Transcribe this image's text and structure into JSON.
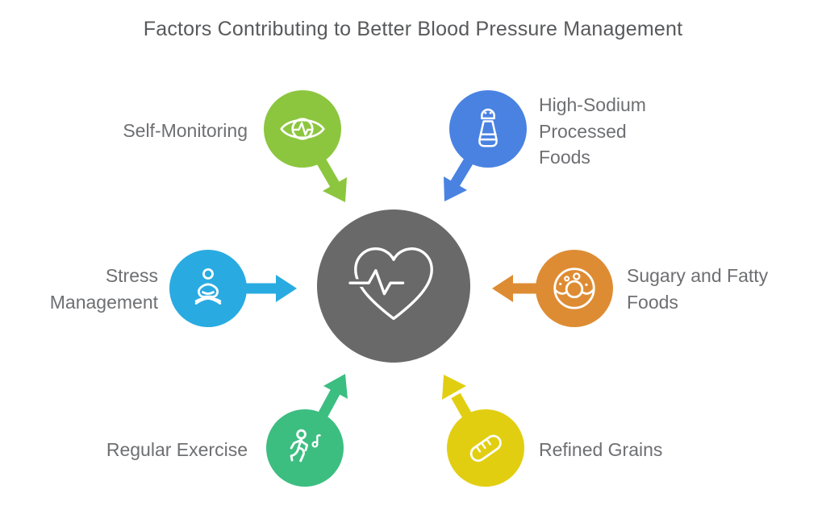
{
  "title": "Factors Contributing to Better Blood Pressure Management",
  "center": {
    "icon": "heart-pulse-icon",
    "color": "#696969"
  },
  "factors": [
    {
      "id": "self-monitoring",
      "label": "Self-Monitoring",
      "icon": "eye-pulse-icon",
      "color": "#8CC63F",
      "position": "top-left",
      "arrow_direction": "toward-center"
    },
    {
      "id": "high-sodium-processed-foods",
      "label": "High-Sodium Processed Foods",
      "icon": "salt-shaker-icon",
      "color": "#4A82E2",
      "position": "top-right",
      "arrow_direction": "toward-center"
    },
    {
      "id": "stress-management",
      "label": "Stress Management",
      "icon": "meditation-icon",
      "color": "#29ABE2",
      "position": "left",
      "arrow_direction": "toward-center"
    },
    {
      "id": "sugary-and-fatty-foods",
      "label": "Sugary and Fatty Foods",
      "icon": "donut-icon",
      "color": "#DE8C33",
      "position": "right",
      "arrow_direction": "toward-center"
    },
    {
      "id": "regular-exercise",
      "label": "Regular Exercise",
      "icon": "runner-icon",
      "color": "#3CBE81",
      "position": "bottom-left",
      "arrow_direction": "toward-center"
    },
    {
      "id": "refined-grains",
      "label": "Refined Grains",
      "icon": "bread-loaf-icon",
      "color": "#E2CE11",
      "position": "bottom-right",
      "arrow_direction": "toward-center"
    }
  ]
}
